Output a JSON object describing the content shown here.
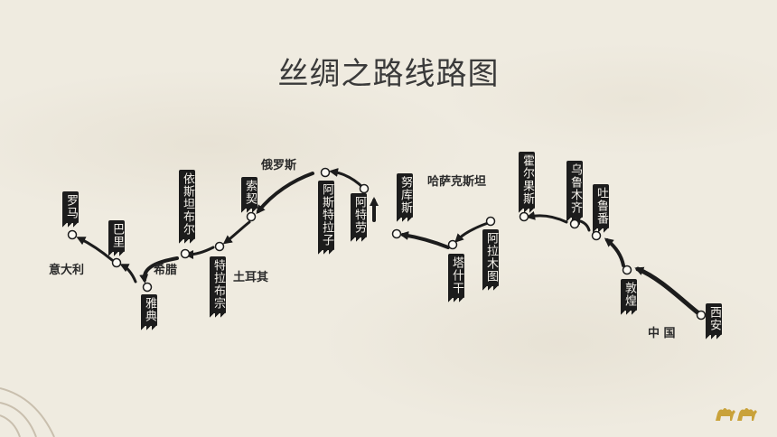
{
  "title": "丝绸之路线路图",
  "regions": {
    "china": "中 国",
    "kazakhstan": "哈萨克斯坦",
    "russia": "俄罗斯",
    "turkey": "土耳其",
    "greece": "希腊",
    "italy": "意大利"
  },
  "cities": {
    "xian": "西安",
    "dunhuang": "敦煌",
    "turpan": "吐鲁番",
    "urumqi": "乌鲁木齐",
    "horgos": "霍尔果斯",
    "almaty": "阿拉木图",
    "tashkent": "塔什干",
    "nukus": "努库斯",
    "ashgabat": "阿特劳",
    "astrakhan": "阿斯特拉子",
    "sochi": "索契",
    "trabzon": "特拉布宗",
    "istanbul": "依斯坦布尔",
    "athens": "雅典",
    "bari": "巴里",
    "rome": "罗马"
  },
  "colors": {
    "ink": "#1c1c1c",
    "paper": "#efebe0",
    "title": "#3a3a3a"
  },
  "icons": [
    "arrow-icon",
    "city-node-icon",
    "camel-icon"
  ]
}
